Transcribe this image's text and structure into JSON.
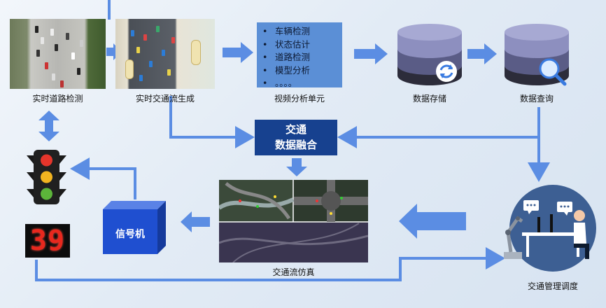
{
  "nodes": {
    "road_detection": "实时道路检测",
    "flow_generation": "实时交通流生成",
    "video_analysis": "视频分析单元",
    "data_storage": "数据存储",
    "data_query": "数据查询",
    "fusion_line1": "交通",
    "fusion_line2": "数据融合",
    "simulation": "交通流仿真",
    "signal_machine": "信号机",
    "traffic_management": "交通管理调度",
    "countdown_value": "39"
  },
  "video_analysis_items": [
    "车辆检测",
    "状态估计",
    "道路检测",
    "模型分析",
    "。。。。"
  ],
  "colors": {
    "arrow": "#5b8de3",
    "video_box": "#5b8fd6",
    "fusion_box": "#17418f",
    "signal_box": "#1f4fd0",
    "db_top": "#8d8fbf",
    "db_mid": "#5a5c86",
    "db_bottom": "#2c2c3a"
  },
  "icons": [
    "refresh-icon",
    "magnifier-icon",
    "traffic-light-icon",
    "chat-bubble-icon",
    "robot-arm-icon"
  ]
}
